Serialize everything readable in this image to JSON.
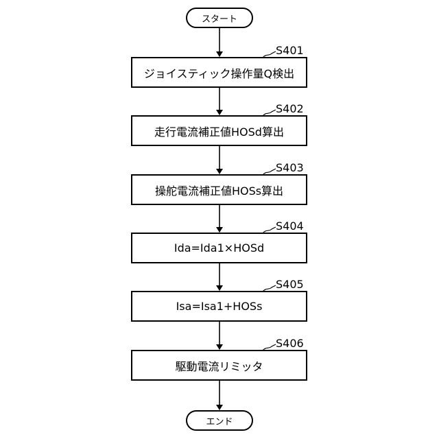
{
  "start": "スタート",
  "end": "エンド",
  "steps": [
    {
      "id": "S401",
      "text": "ジョイスティック操作量Q検出"
    },
    {
      "id": "S402",
      "text": "走行電流補正値HOSd算出"
    },
    {
      "id": "S403",
      "text": "操舵電流補正値HOSs算出"
    },
    {
      "id": "S404",
      "text": "Ida=Ida1×HOSd"
    },
    {
      "id": "S405",
      "text": "Isa=Isa1+HOSs"
    },
    {
      "id": "S406",
      "text": "駆動電流リミッタ"
    }
  ]
}
